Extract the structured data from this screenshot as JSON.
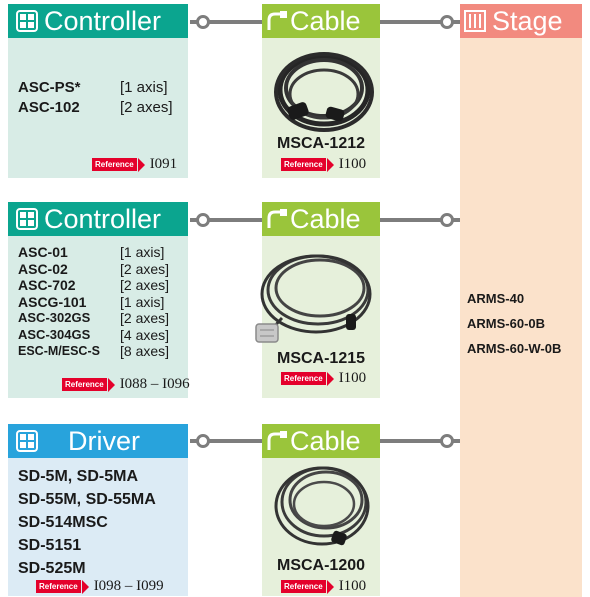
{
  "headers": {
    "controller": "Controller",
    "cable": "Cable",
    "stage": "Stage",
    "driver": "Driver"
  },
  "section1": {
    "models": [
      {
        "name": "ASC-PS*",
        "axes": "[1 axis]"
      },
      {
        "name": "ASC-102",
        "axes": "[2 axes]"
      }
    ],
    "ref_label": "Reference",
    "ref_page": "I091",
    "cable_model": "MSCA-1212",
    "cable_ref": "I100"
  },
  "section2": {
    "models": [
      {
        "name": "ASC-01",
        "axes": "[1 axis]"
      },
      {
        "name": "ASC-02",
        "axes": "[2 axes]"
      },
      {
        "name": "ASC-702",
        "axes": "[2 axes]"
      },
      {
        "name": "ASCG-101",
        "axes": "[1 axis]"
      },
      {
        "name": "ASC-302GS",
        "axes": "[2 axes]"
      },
      {
        "name": "ASC-304GS",
        "axes": "[4 axes]"
      },
      {
        "name": "ESC-M/ESC-S",
        "axes": "[8 axes]"
      }
    ],
    "ref_label": "Reference",
    "ref_page": "I088 – I096",
    "cable_model": "MSCA-1215",
    "cable_ref": "I100"
  },
  "section3": {
    "models": [
      "SD-5M, SD-5MA",
      "SD-55M, SD-55MA",
      "SD-514MSC",
      "SD-5151",
      "SD-525M"
    ],
    "ref_label": "Reference",
    "ref_page": "I098 – I099",
    "cable_model": "MSCA-1200",
    "cable_ref": "I100"
  },
  "stage": {
    "models": [
      "ARMS-40",
      "ARMS-60-0B",
      "ARMS-60-W-0B"
    ]
  },
  "colors": {
    "controller": "#0ba58f",
    "driver": "#28a3dc",
    "cable": "#9ac53b",
    "stage": "#f28a7f",
    "reference": "#e4002b"
  }
}
